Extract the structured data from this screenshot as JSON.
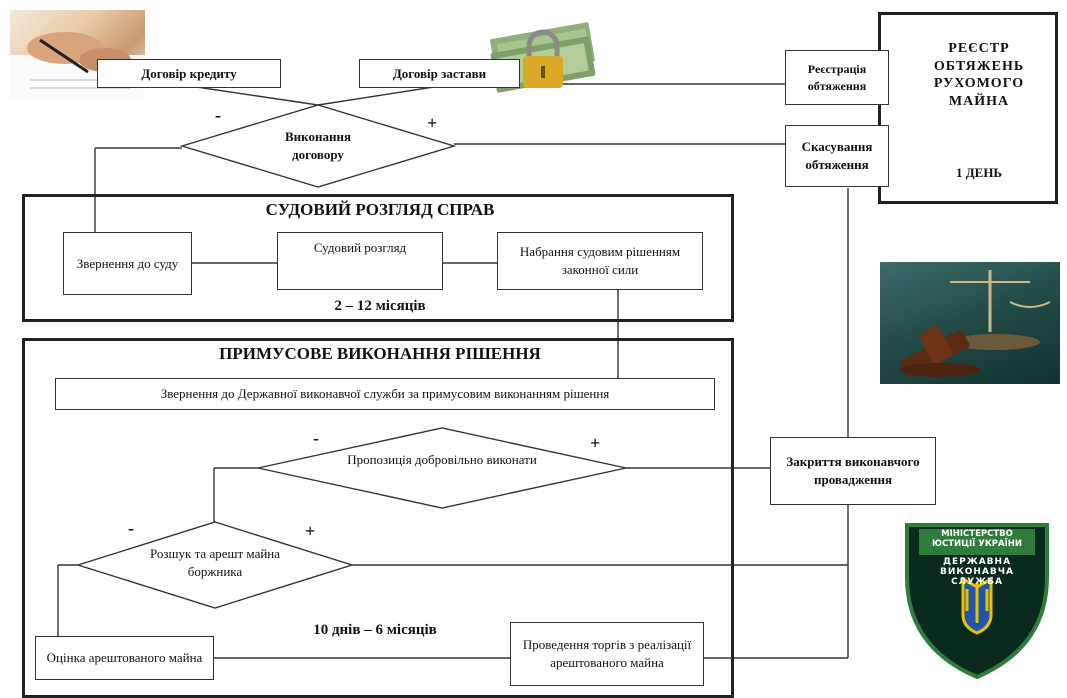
{
  "top": {
    "credit_contract": "Договір кредиту",
    "pledge_contract": "Договір застави",
    "contract_execution": "Виконання договору",
    "minus": "-",
    "plus": "+"
  },
  "registry": {
    "title": "РЕЄСТР ОБТЯЖЕНЬ РУХОМОГО МАЙНА",
    "duration": "1 ДЕНЬ",
    "registration": "Реєстрація обтяження",
    "cancellation": "Скасування обтяження"
  },
  "court": {
    "title": "СУДОВИЙ РОЗГЛЯД СПРАВ",
    "appeal": "Звернення до суду",
    "trial": "Судовий розгляд",
    "entry_into_force": "Набрання судовим рішенням законної сили",
    "duration": "2 – 12 місяців"
  },
  "enforcement": {
    "title": "ПРИМУСОВЕ ВИКОНАННЯ РІШЕННЯ",
    "appeal_dvs": "Звернення до Державної виконавчої служби за примусовим виконанням рішення",
    "voluntary_offer": "Пропозиція добровільно виконати",
    "search_arrest": "Розшук та арешт майна боржника",
    "valuation": "Оцінка арештованого майна",
    "auction": "Проведення торгів з реалізації арештованого майна",
    "duration": "10 днів – 6 місяців",
    "closing": "Закриття виконавчого провадження",
    "minus": "-",
    "plus": "+"
  },
  "emblem": {
    "ministry": "МІНІСТЕРСТВО ЮСТИЦІЇ УКРАЇНИ",
    "service": "ДЕРЖАВНА ВИКОНАВЧА СЛУЖБА"
  },
  "colors": {
    "frame": "#222222",
    "line": "#333333",
    "emblem_bg": "#0b2a1e",
    "emblem_green": "#2f7d3a",
    "trident_gold": "#e7c200",
    "trident_blue": "#2255aa"
  }
}
